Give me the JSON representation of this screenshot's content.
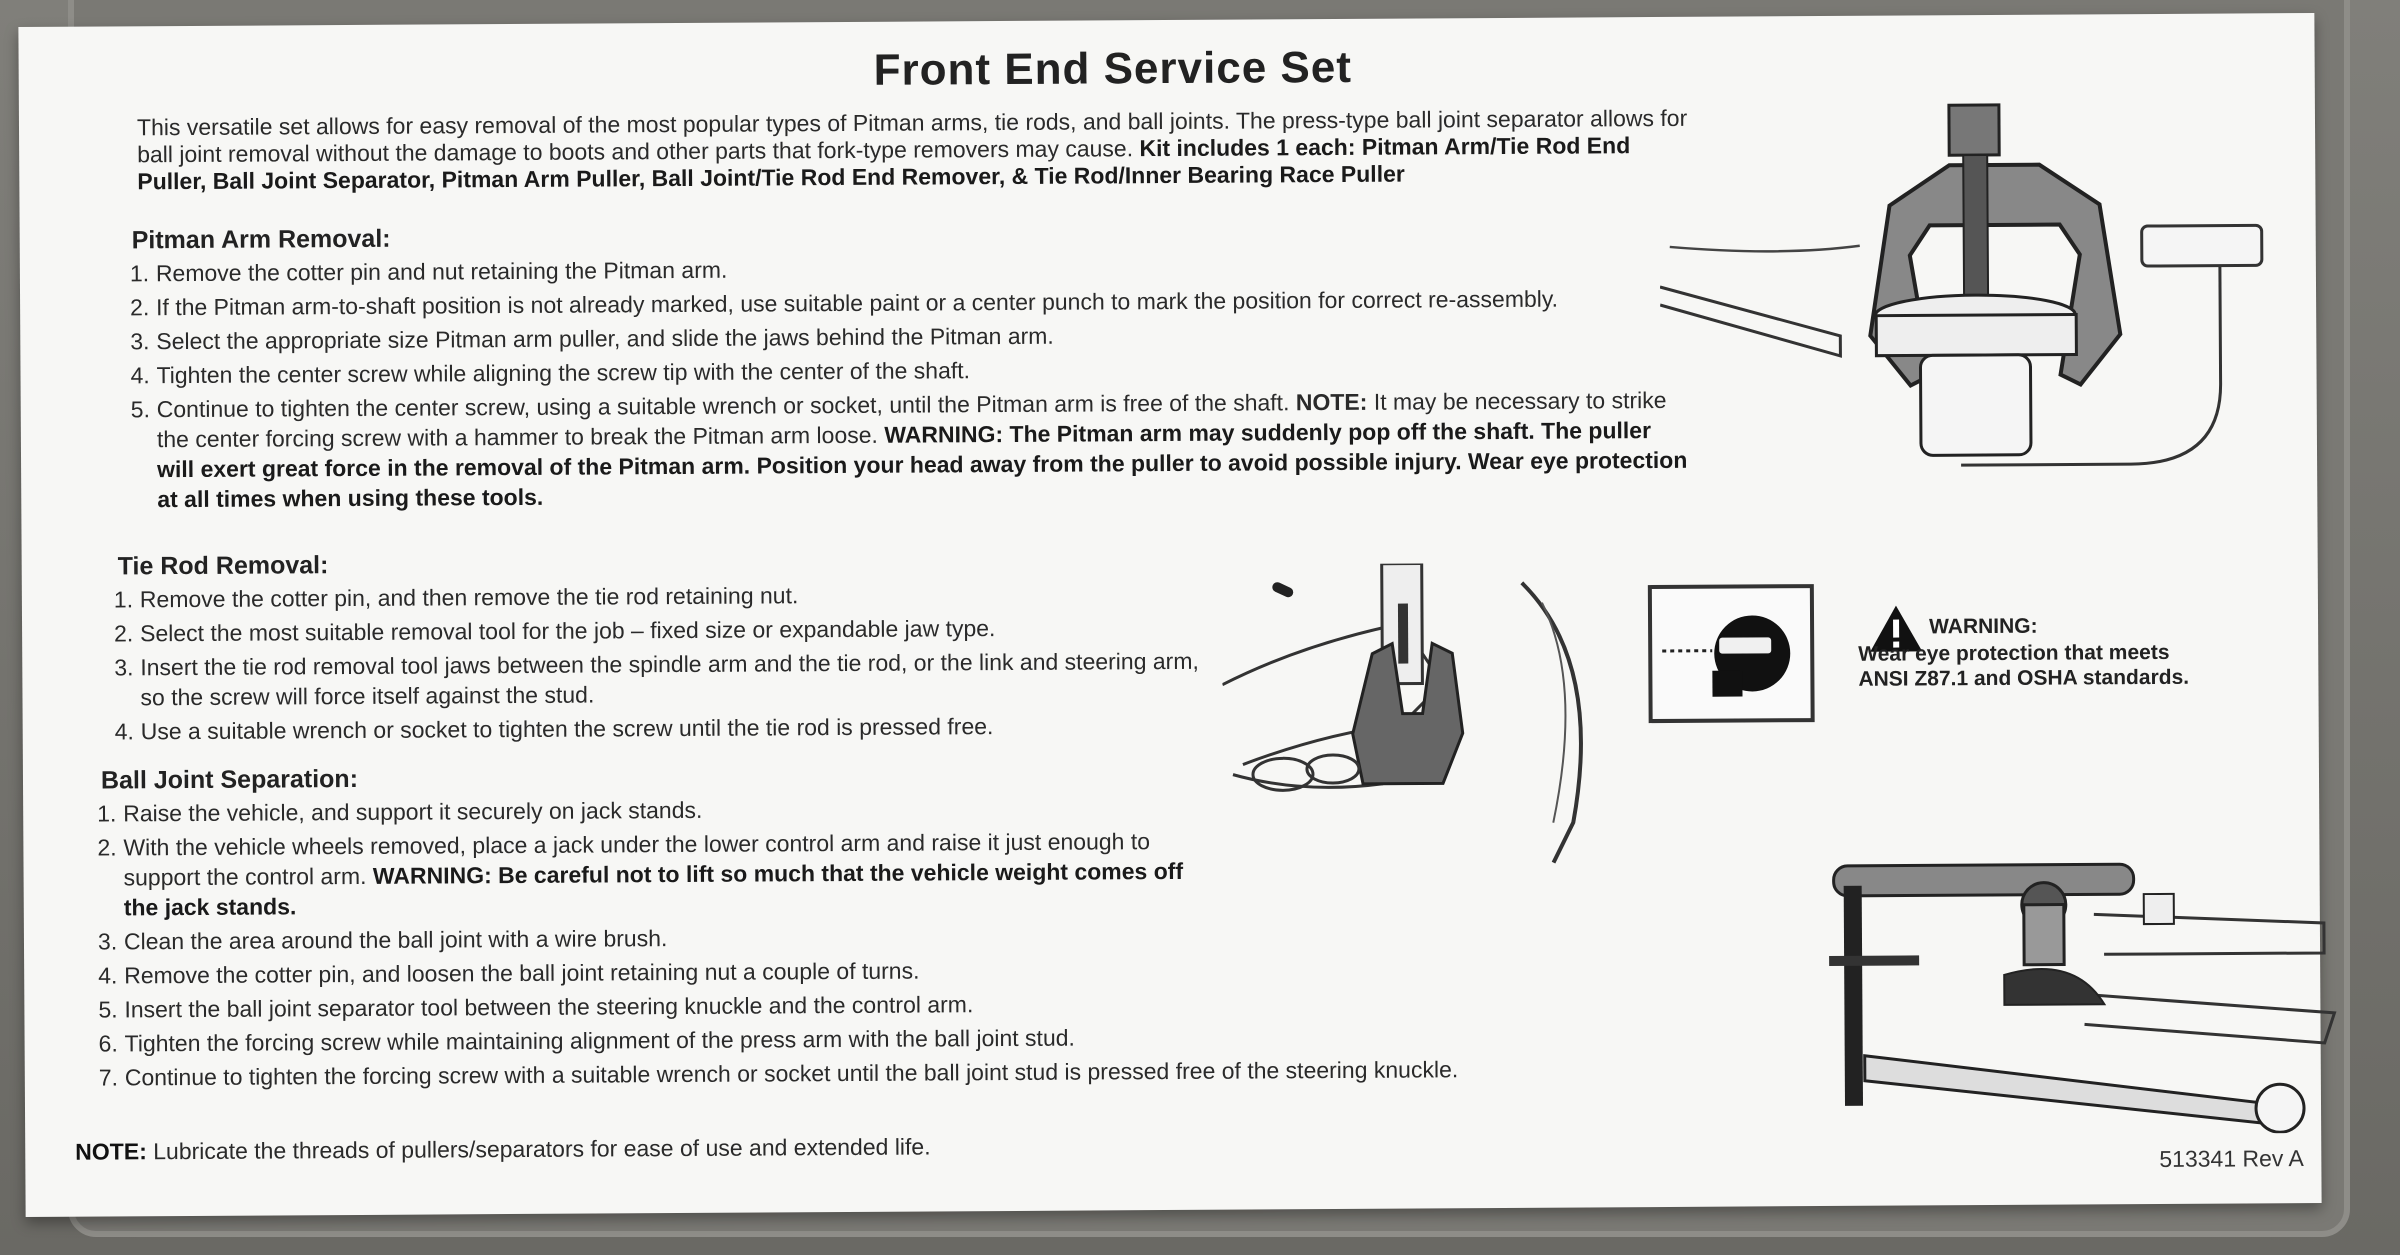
{
  "title": "Front End Service Set",
  "intro": {
    "text": "This versatile set allows for easy removal of the most popular types of Pitman arms, tie rods, and ball joints. The press-type ball joint separator allows for ball joint removal without the damage to boots and other parts that fork-type removers may cause.",
    "kit": "Kit includes 1 each: Pitman Arm/Tie Rod End Puller, Ball Joint Separator, Pitman Arm Puller, Ball Joint/Tie Rod End Remover, & Tie Rod/Inner Bearing Race Puller"
  },
  "pitman": {
    "heading": "Pitman Arm Removal:",
    "steps": [
      {
        "num": "1.",
        "text": "Remove the cotter pin and nut retaining the Pitman arm."
      },
      {
        "num": "2.",
        "text": "If the Pitman arm-to-shaft position is not already marked, use suitable paint or a center punch to mark the position for correct re-assembly."
      },
      {
        "num": "3.",
        "text": "Select the appropriate size Pitman arm puller, and slide the jaws behind the Pitman arm."
      },
      {
        "num": "4.",
        "text": "Tighten the center screw while aligning the screw tip with the center of the shaft."
      },
      {
        "num": "5.",
        "text": "Continue to tighten the center screw, using a suitable wrench or socket, until the Pitman arm is free of the shaft.",
        "note_label": "NOTE:",
        "note": "It may be necessary to strike the center forcing screw with a hammer to break the Pitman arm loose.",
        "warning": "WARNING: The Pitman arm may suddenly pop off the shaft. The puller will exert great force in the removal of the Pitman arm. Position your head away from the puller to avoid possible injury. Wear eye protection at all times when using these tools."
      }
    ]
  },
  "tierod": {
    "heading": "Tie Rod Removal:",
    "steps": [
      {
        "num": "1.",
        "text": "Remove the cotter pin, and then remove the tie rod retaining nut."
      },
      {
        "num": "2.",
        "text": "Select the most suitable removal tool for the job – fixed size or expandable jaw type."
      },
      {
        "num": "3.",
        "text": "Insert the tie rod removal tool jaws between the spindle arm and the tie rod, or the link and steering arm, so the screw will force itself against the stud."
      },
      {
        "num": "4.",
        "text": "Use a suitable wrench or socket to tighten the screw until the tie rod is pressed free."
      }
    ]
  },
  "balljoint": {
    "heading": "Ball Joint Separation:",
    "steps": [
      {
        "num": "1.",
        "text": "Raise the vehicle, and support it securely on jack stands."
      },
      {
        "num": "2.",
        "text": "With the vehicle wheels removed, place a jack under the lower control arm and raise it just enough to support the control arm.",
        "warning": "WARNING: Be careful not to lift so much that the vehicle weight comes off the jack stands."
      },
      {
        "num": "3.",
        "text": "Clean the area around the ball joint with a wire brush."
      },
      {
        "num": "4.",
        "text": "Remove the cotter pin, and loosen the ball joint retaining nut a couple of turns."
      },
      {
        "num": "5.",
        "text": "Insert the ball joint separator tool between the steering knuckle and the control arm."
      },
      {
        "num": "6.",
        "text": "Tighten the forcing screw while maintaining alignment of the press arm with the ball joint stud."
      },
      {
        "num": "7.",
        "text": "Continue to tighten the forcing screw with a suitable wrench or socket until the ball joint stud is pressed free of the steering knuckle."
      }
    ]
  },
  "final_note": {
    "label": "NOTE:",
    "text": "Lubricate the threads of pullers/separators for ease of use and extended life."
  },
  "warning_box": {
    "title": "WARNING:",
    "line1": "Wear eye protection that meets",
    "line2": "ANSI Z87.1 and OSHA standards.",
    "icon": "safety-goggles-helmet-icon",
    "triangle_icon": "warning-triangle-icon"
  },
  "revision": "513341 Rev A"
}
